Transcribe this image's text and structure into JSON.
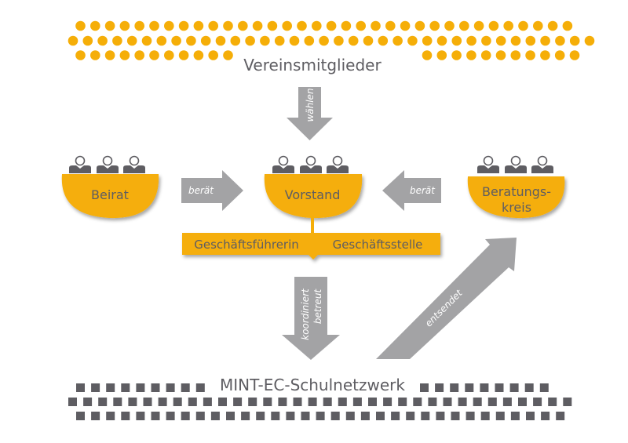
{
  "diagram": {
    "members": {
      "label": "Vereinsmitglieder",
      "color": "#F5AE08",
      "rows": [
        {
          "count": 34
        },
        {
          "count": 36
        },
        {
          "left_count": 11,
          "right_count": 11
        }
      ]
    },
    "network": {
      "label": "MINT-EC-Schulnetzwerk",
      "color": "#5E5D62",
      "rows": [
        {
          "left_count": 9,
          "right_count": 9
        },
        {
          "count": 34
        },
        {
          "count": 33
        }
      ]
    },
    "bodies": [
      {
        "id": "beirat",
        "label": "Beirat",
        "people": 3
      },
      {
        "id": "vorstand",
        "label": "Vorstand",
        "people": 3
      },
      {
        "id": "beratungskreis",
        "label": "Beratungs-\nkreis",
        "label_lines": [
          "Beratungs-",
          "kreis"
        ],
        "people": 3
      }
    ],
    "office_bar": {
      "left_label": "Geschäftsführerin",
      "right_label": "Geschäftsstelle"
    },
    "arrows": [
      {
        "id": "waehlen",
        "label": "wählen",
        "from": "Vereinsmitglieder",
        "to": "Vorstand"
      },
      {
        "id": "beirat-beraet",
        "label": "berät",
        "from": "Beirat",
        "to": "Vorstand"
      },
      {
        "id": "kreis-beraet",
        "label": "berät",
        "from": "Beratungskreis",
        "to": "Vorstand"
      },
      {
        "id": "koordiniert",
        "label_lines": [
          "koordiniert",
          "betreut"
        ],
        "from": "Geschäftsstelle",
        "to": "MINT-EC-Schulnetzwerk"
      },
      {
        "id": "entsendet",
        "label": "entsendet",
        "from": "MINT-EC-Schulnetzwerk",
        "to": "Beratungskreis"
      }
    ],
    "colors": {
      "accent": "#F5AE08",
      "arrow": "#A3A3A5",
      "person": "#5E5D62",
      "text": "#5E5D62",
      "arrow_text": "#FFFFFF"
    }
  }
}
